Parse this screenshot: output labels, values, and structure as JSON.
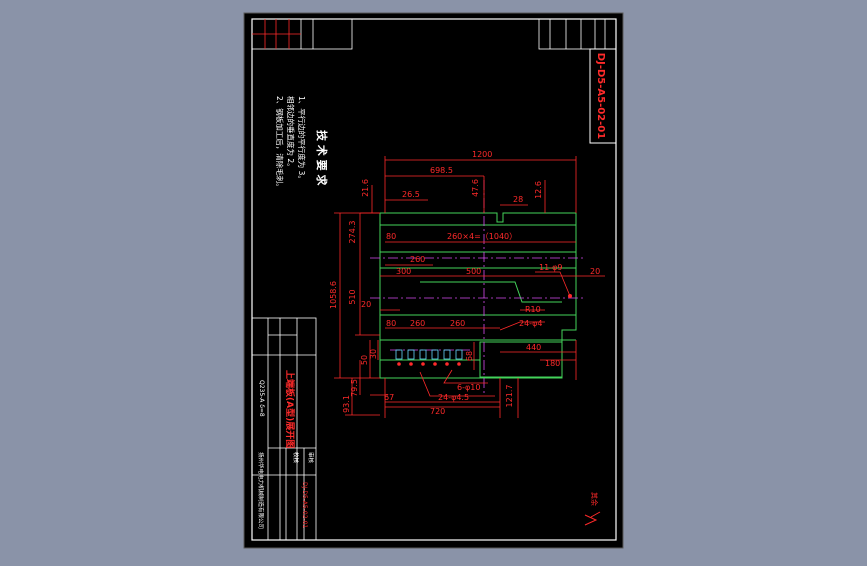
{
  "colors": {
    "viewport": "#8a93a8",
    "sheet": "#000000",
    "frame": "#ffffff",
    "dimension": "#ff2a2a",
    "outline": "#43d35a",
    "centerline": "#d64cf0",
    "hole": "#66d9ff"
  },
  "drawing": {
    "code": "DJ-D5-A5-02-01",
    "notes_title": "技 术 要 求",
    "notes": [
      "1、平行边的平行度为 3。",
      "   相邻边的垂直度为 2。",
      "2、钢板加工后，清除毛刺。"
    ],
    "part_name": "上端板(A型)展开图",
    "material": "Q235-A δ=8",
    "roughness_label": "其余",
    "title_block_small": [
      "DJ-D5-A5-02-01",
      "校核",
      "审核"
    ],
    "title_block_company": "扬州华电电力机械制造有限公司"
  },
  "dimensions": {
    "d1200": "1200",
    "d698": "698.5",
    "d476": "47.6",
    "d265": "26.5",
    "d216": "21.6",
    "d28": "28",
    "d126": "12.6",
    "d2743": "274.3",
    "d10586": "1058.6",
    "d510": "510",
    "d80a": "80",
    "d1040": "260×4=（1040）",
    "d260a": "260",
    "d300": "300",
    "d500": "500",
    "d11phi9": "11-φ9",
    "d20a": "20",
    "d20b": "20",
    "dR10": "R10",
    "d80b": "80",
    "d260b": "260",
    "d260c": "260",
    "d24phi4": "24-φ4",
    "d440": "440",
    "d180": "180",
    "d30": "30",
    "d50": "50",
    "d68": "68",
    "d6phi10": "6-φ10",
    "d795": "79.5",
    "d931": "93.1",
    "d67": "67",
    "d24phi45": "24-φ4.5",
    "d1217": "121.7",
    "d720": "720"
  }
}
